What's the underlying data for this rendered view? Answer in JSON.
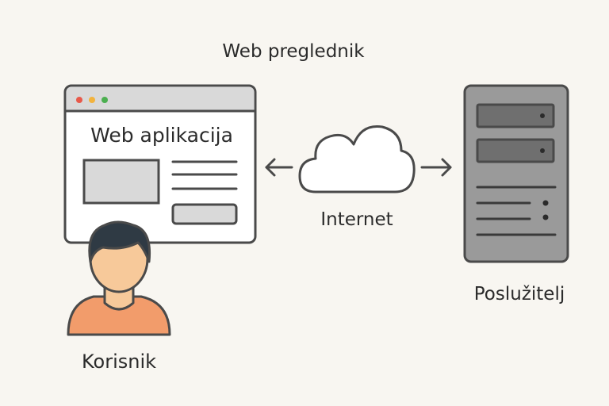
{
  "labels": {
    "browser": "Web preglednik",
    "web_app": "Web aplikacija",
    "internet": "Internet",
    "server": "Poslužitelj",
    "user": "Korisnik"
  },
  "colors": {
    "background": "#f8f6f1",
    "outline": "#4a4a4a",
    "browser_bar": "#d9d9d9",
    "dot_red": "#e8594a",
    "dot_yellow": "#f2b33d",
    "dot_green": "#4caf50",
    "server_body": "#9a9a9a",
    "server_bay": "#6f6f6f",
    "skin": "#f7c99a",
    "hair": "#2f3a44",
    "shirt": "#f29c6b"
  },
  "icons": {
    "browser": "browser-window-icon",
    "cloud": "cloud-icon",
    "server": "server-tower-icon",
    "user": "user-avatar-icon",
    "arrows": "bidirectional-arrow-icon"
  }
}
